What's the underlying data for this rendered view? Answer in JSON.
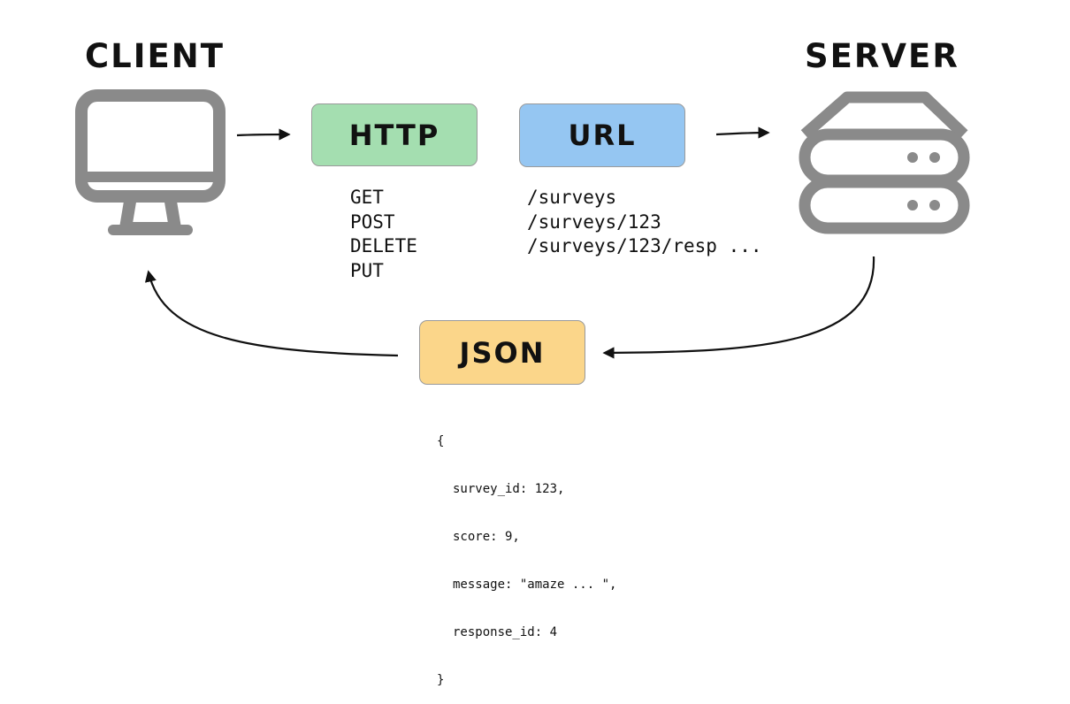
{
  "client": {
    "title": "CLIENT"
  },
  "server": {
    "title": "SERVER"
  },
  "http": {
    "label": "HTTP",
    "color": "#a4deb0",
    "methods": [
      "GET",
      "POST",
      "DELETE",
      "PUT"
    ]
  },
  "url": {
    "label": "URL",
    "color": "#95c6f2",
    "paths": [
      "/surveys",
      "/surveys/123",
      "/surveys/123/resp ..."
    ]
  },
  "json": {
    "label": "JSON",
    "color": "#fbd68a",
    "open_brace": "{",
    "lines": [
      "survey_id: 123,",
      "score: 9,",
      "message: \"amaze ... \",",
      "response_id: 4"
    ],
    "close_brace": "}"
  },
  "colors": {
    "icon": "#8a8a8a",
    "arrow": "#111111"
  }
}
